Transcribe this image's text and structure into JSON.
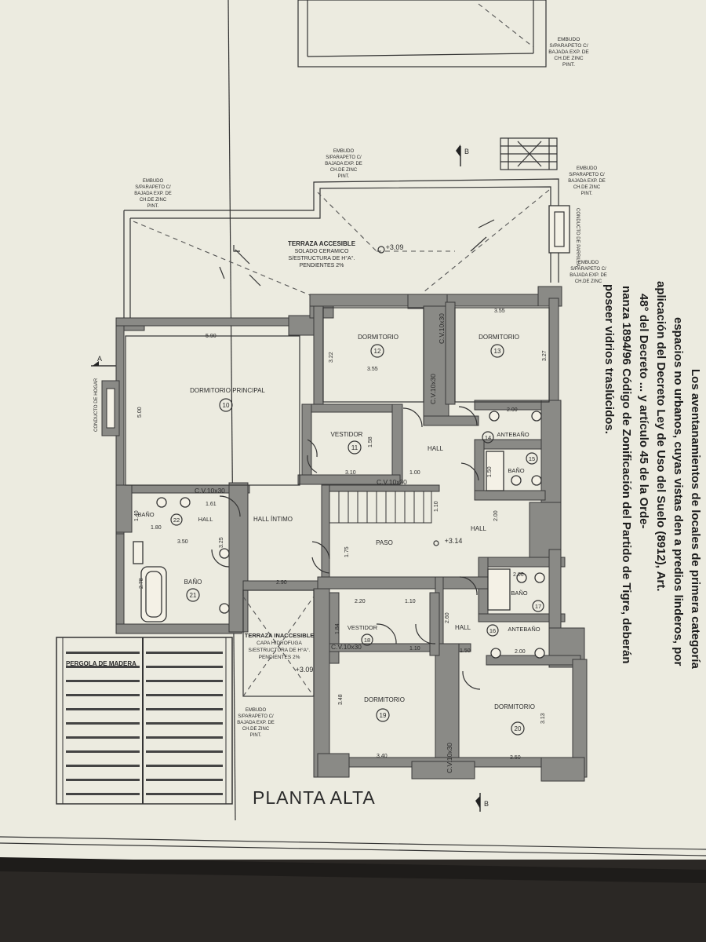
{
  "drawing_title": "PLANTA ALTA",
  "section_marks": [
    "A",
    "B",
    "B"
  ],
  "legal_note": [
    "Los aventanamientos de locales de primera categoría",
    "espacios no urbanos, cuyas vistas den a predios linderos, por",
    "aplicación del Decreto Ley de Uso del Suelo (8912), Art.",
    "48° del Decreto ... y artículo 45 de la Orde-",
    "nanza 1894/96 Código de Zonificación del Partido de Tigre, deberán",
    "poseer vidrios traslúcidos."
  ],
  "embudo_note": [
    "EMBUDO",
    "S/PARAPETO C/",
    "BAJADA EXP. DE",
    "CH.DE ZINC",
    "PINT."
  ],
  "conducto_parrilla": "CONDUCTO DE PARRILLA",
  "conducto_hogar": "CONDUCTO DE HOGAR",
  "terraza_accesible": {
    "name": "TERRAZA ACCESIBLE",
    "line2": "SOLADO CERAMICO",
    "line3": "S/ESTRUCTURA DE H°A°.",
    "line4": "PENDIENTES 2%",
    "level": "+3.09"
  },
  "terraza_inaccesible": {
    "name": "TERRAZA INACCESIBLE",
    "line2": "CAPA HIDROFUGA",
    "line3": "S/ESTRUCTURA DE H°A°.",
    "line4": "PENDIENTES 2%",
    "level": "+3.09"
  },
  "pergola": "PERGOLA DE MADERA",
  "rooms": [
    {
      "name": "DORMITORIO PRINCIPAL",
      "num": "10"
    },
    {
      "name": "VESTIDOR",
      "num": "11"
    },
    {
      "name": "DORMITORIO",
      "num": "12"
    },
    {
      "name": "DORMITORIO",
      "num": "13"
    },
    {
      "name": "ANTEBAÑO",
      "num": "14"
    },
    {
      "name": "BAÑO",
      "num": "15"
    },
    {
      "name": "ANTEBAÑO",
      "num": "16"
    },
    {
      "name": "BAÑO",
      "num": "17"
    },
    {
      "name": "VESTIDOR",
      "num": "18"
    },
    {
      "name": "DORMITORIO",
      "num": "19"
    },
    {
      "name": "DORMITORIO",
      "num": "20"
    },
    {
      "name": "BAÑO",
      "num": "21"
    },
    {
      "name": "BAÑO",
      "num": "22"
    }
  ],
  "halls": {
    "hall_intimo": "HALL ÍNTIMO",
    "hall": "HALL",
    "paso": "PASO",
    "paso_level": "+3.14"
  },
  "cv": "C.V.10x30",
  "dims": {
    "d590": "5.90",
    "d500": "5.00",
    "d322": "3.22",
    "d355": "3.55",
    "d327": "3.27",
    "d200": "2.00",
    "d150": "1.50",
    "d110": "1.10",
    "d310": "3.10",
    "d158": "1.58",
    "d100": "1.00",
    "d140": "1.40",
    "d180": "1.80",
    "d350": "3.50",
    "d325": "3.25",
    "d175": "1.75",
    "d290": "2.90",
    "d278": "2.78",
    "d220": "2.20",
    "d184": "1.84",
    "d260": "2.60",
    "d348": "3.48",
    "d340": "3.40",
    "d313": "3.13",
    "d161": "1.61",
    "d206": "2.06"
  }
}
